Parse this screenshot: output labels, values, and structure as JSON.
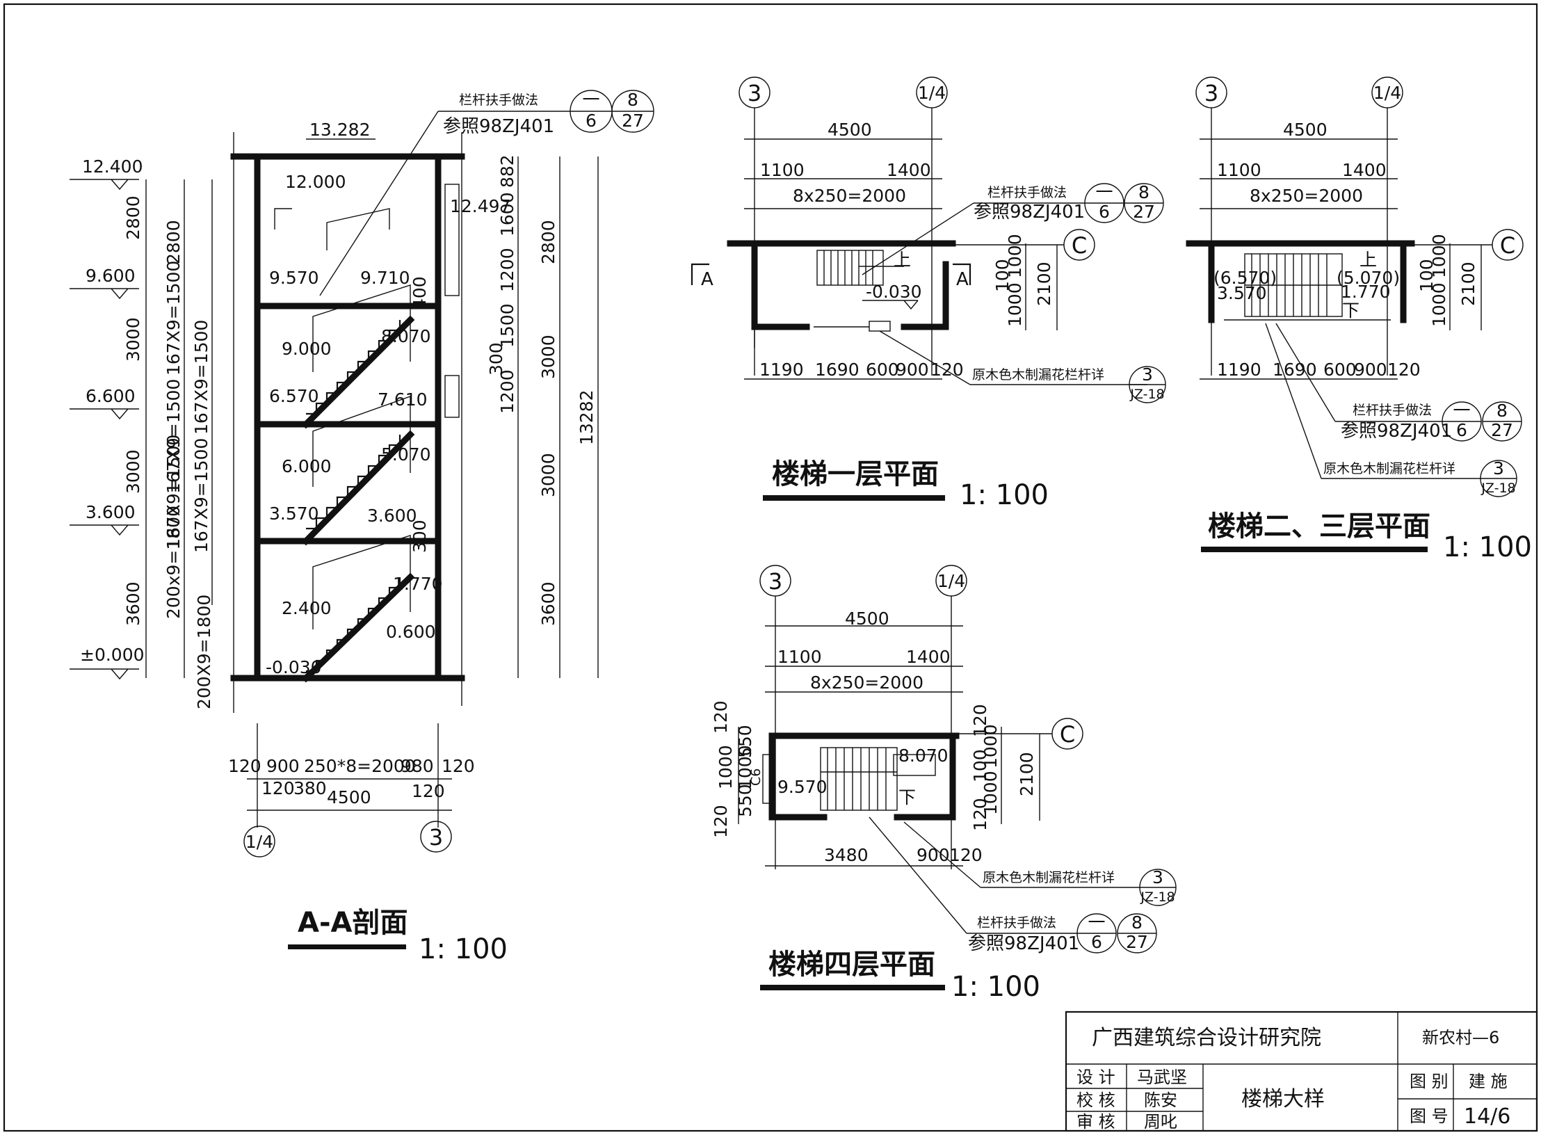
{
  "section_aa": {
    "title": "A-A剖面",
    "scale": "1: 100",
    "note": {
      "line1": "栏杆扶手做法",
      "line2": "参照98ZJ401",
      "ref_top": "一",
      "ref_bottom": "6",
      "ref2_top": "8",
      "ref2_bottom": "27"
    },
    "levels_left": [
      "12.400",
      "9.600",
      "6.600",
      "3.600",
      "±0.000"
    ],
    "levels_inner": [
      "13.282",
      "12.000",
      "9.570",
      "9.710",
      "9.000",
      "8.070",
      "6.570",
      "7.610",
      "6.000",
      "5.070",
      "3.570",
      "3.600",
      "2.400",
      "1.770",
      "0.600",
      "-0.030",
      "12.497"
    ],
    "dims_left_1": [
      "2800",
      "3000",
      "3000",
      "3600"
    ],
    "dims_left_2": [
      "2800",
      "167X9=1500",
      "167X9=1500",
      "167X9=1500",
      "200x9=1800",
      "200X9=1800"
    ],
    "dims_left_3": [
      "167X9=1500",
      "167X9=1500"
    ],
    "dims_right_1": [
      "882",
      "1600",
      "1200",
      "1500",
      "300",
      "1200",
      "400",
      "300"
    ],
    "dims_right_2": [
      "2800",
      "3000",
      "3000",
      "3600"
    ],
    "dims_total": "13282",
    "dims_bottom_1": [
      "120",
      "900",
      "250*8=2000",
      "980",
      "120"
    ],
    "dims_bottom_2": [
      "120",
      "380",
      "120"
    ],
    "dims_bottom_total": "4500",
    "axes": [
      "1/4",
      "3"
    ]
  },
  "plan_1f": {
    "title": "楼梯一层平面",
    "scale": "1: 100",
    "axes": [
      "3",
      "1/4",
      "C"
    ],
    "dim_total": "4500",
    "dims_top": [
      "1100",
      "1400"
    ],
    "dim_treads": "8x250=2000",
    "dims_bottom": [
      "1190",
      "1690",
      "600",
      "900",
      "120"
    ],
    "dims_right": [
      "100",
      "1000",
      "1000",
      "2100"
    ],
    "level": "-0.030",
    "up_label": "上",
    "section_marks": [
      "A",
      "A"
    ],
    "note1": {
      "line1": "栏杆扶手做法",
      "line2": "参照98ZJ401",
      "ref_top": "一",
      "ref_bottom": "6",
      "ref2_top": "8",
      "ref2_bottom": "27"
    },
    "note2": {
      "line1": "原木色木制漏花栏杆详",
      "ref_top": "3",
      "ref_bottom": "JZ-18"
    }
  },
  "plan_23f": {
    "title": "楼梯二、三层平面",
    "scale": "1: 100",
    "axes": [
      "3",
      "1/4",
      "C"
    ],
    "dim_total": "4500",
    "dims_top": [
      "1100",
      "1400"
    ],
    "dim_treads": "8x250=2000",
    "dims_bottom": [
      "1190",
      "1690",
      "600",
      "900",
      "120"
    ],
    "dims_right": [
      "100",
      "1000",
      "1000",
      "2100"
    ],
    "levels": [
      "(6.570)",
      "3.570",
      "(5.070)",
      "1.770"
    ],
    "up_label": "上",
    "down_label": "下",
    "note1": {
      "line1": "栏杆扶手做法",
      "line2": "参照98ZJ401",
      "ref_top": "一",
      "ref_bottom": "6",
      "ref2_top": "8",
      "ref2_bottom": "27"
    },
    "note2": {
      "line1": "原木色木制漏花栏杆详",
      "ref_top": "3",
      "ref_bottom": "JZ-18"
    }
  },
  "plan_4f": {
    "title": "楼梯四层平面",
    "scale": "1: 100",
    "axes": [
      "3",
      "1/4",
      "C"
    ],
    "dim_total": "4500",
    "dims_top": [
      "1100",
      "1400"
    ],
    "dim_treads": "8x250=2000",
    "dims_bottom": [
      "3480",
      "900",
      "120"
    ],
    "dims_left": [
      "120",
      "550",
      "1000",
      "1000",
      "550",
      "120"
    ],
    "dims_right": [
      "120",
      "100",
      "1000",
      "1000",
      "120",
      "2100"
    ],
    "window_label": "C6",
    "levels": [
      "8.070",
      "9.570"
    ],
    "down_label": "下",
    "note1": {
      "line1": "原木色木制漏花栏杆详",
      "ref_top": "3",
      "ref_bottom": "JZ-18"
    },
    "note2": {
      "line1": "栏杆扶手做法",
      "line2": "参照98ZJ401",
      "ref_top": "一",
      "ref_bottom": "6",
      "ref2_top": "8",
      "ref2_bottom": "27"
    }
  },
  "title_block": {
    "company": "广西建筑综合设计研究院",
    "project": "新农村—6",
    "roles": [
      "设 计",
      "校 核",
      "审 核"
    ],
    "names": [
      "马武坚",
      "陈安",
      "周叱"
    ],
    "drawing_name": "楼梯大样",
    "category_label": "图 别",
    "category_value": "建 施",
    "number_label": "图 号",
    "number_value": "14/6"
  }
}
